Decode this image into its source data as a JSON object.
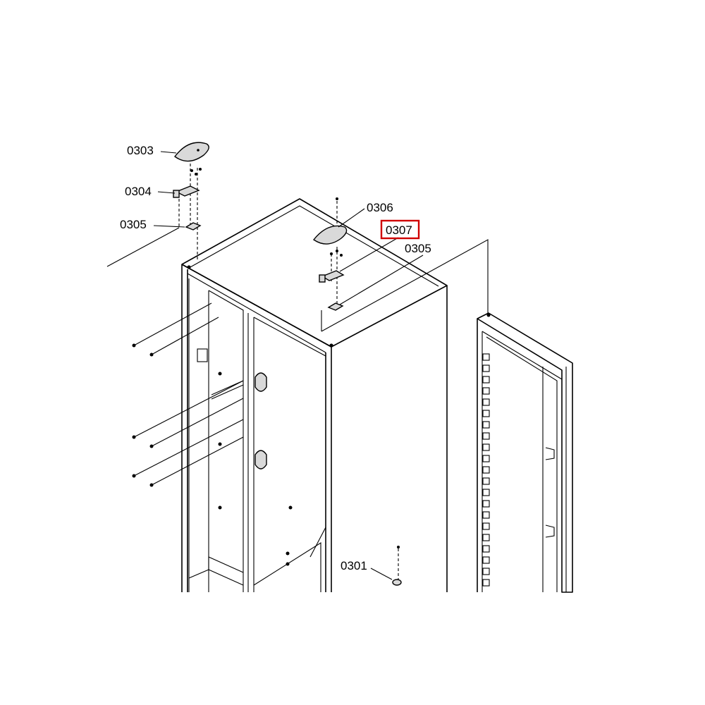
{
  "labels": {
    "p0303": "0303",
    "p0304": "0304",
    "p0305_left": "0305",
    "p0306": "0306",
    "p0307": "0307",
    "p0305_right": "0305",
    "p0301": "0301"
  },
  "highlight": {
    "part": "0307",
    "color": "#d00000"
  }
}
